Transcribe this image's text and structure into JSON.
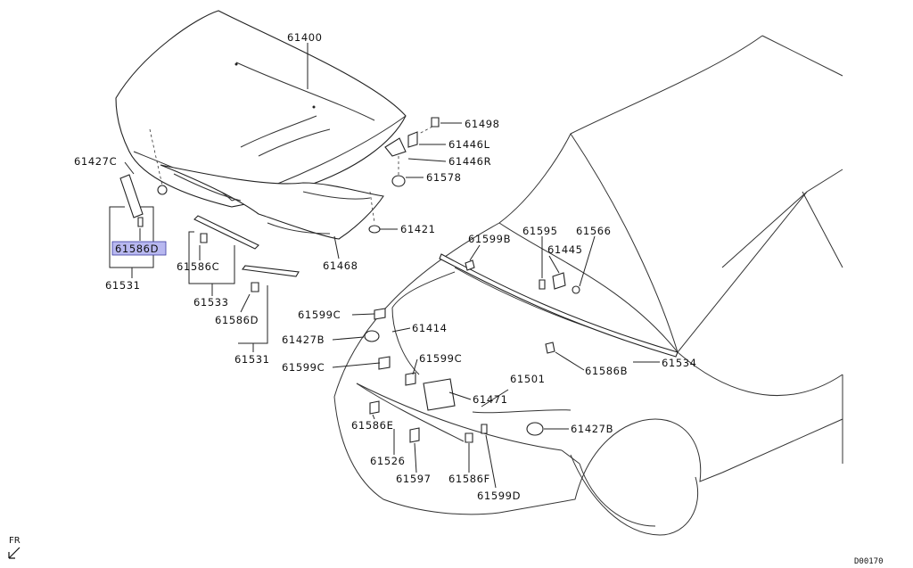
{
  "diagram": {
    "ref_code": "D00170",
    "fr_label": "FR",
    "highlight_color": "#b8b8f0",
    "parts": {
      "p61400": "61400",
      "p61498": "61498",
      "p61446L": "61446L",
      "p61446R": "61446R",
      "p61578": "61578",
      "p61427C": "61427C",
      "p61421": "61421",
      "p61586D_top": "61586D",
      "p61531_left": "61531",
      "p61586C_top": "61586C",
      "p61533": "61533",
      "p61468": "61468",
      "p61586D_mid": "61586D",
      "p61531_mid": "61531",
      "p61599B": "61599B",
      "p61595": "61595",
      "p61566": "61566",
      "p61445": "61445",
      "p61599C_1": "61599C",
      "p61414": "61414",
      "p61427B_1": "61427B",
      "p61599C_2": "61599C",
      "p61599C_3": "61599C",
      "p61586B": "61586B",
      "p61534": "61534",
      "p61501": "61501",
      "p61471": "61471",
      "p61586E": "61586E",
      "p61427B_2": "61427B",
      "p61526": "61526",
      "p61597": "61597",
      "p61586F": "61586F",
      "p61599D": "61599D"
    }
  }
}
